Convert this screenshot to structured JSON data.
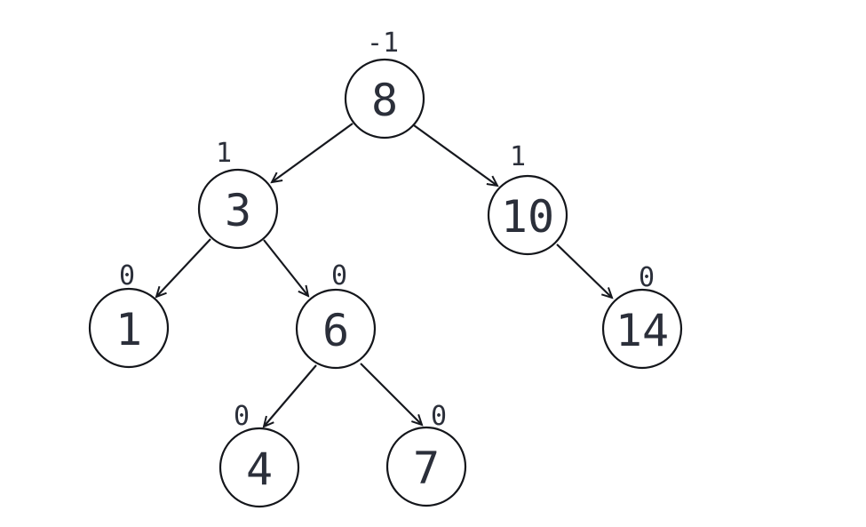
{
  "diagram": {
    "type": "binary-tree-with-balance-factors",
    "background_color": "#ffffff",
    "stroke_color": "#14161b",
    "text_color": "#2b2f3a",
    "nodes": [
      {
        "value": "8",
        "balance_factor": "-1"
      },
      {
        "value": "3",
        "balance_factor": "1"
      },
      {
        "value": "10",
        "balance_factor": "1"
      },
      {
        "value": "1",
        "balance_factor": "0"
      },
      {
        "value": "6",
        "balance_factor": "0"
      },
      {
        "value": "14",
        "balance_factor": "0"
      },
      {
        "value": "4",
        "balance_factor": "0"
      },
      {
        "value": "7",
        "balance_factor": "0"
      }
    ],
    "edges": [
      {
        "from": "8",
        "to": "3"
      },
      {
        "from": "8",
        "to": "10"
      },
      {
        "from": "3",
        "to": "1"
      },
      {
        "from": "3",
        "to": "6"
      },
      {
        "from": "10",
        "to": "14"
      },
      {
        "from": "6",
        "to": "4"
      },
      {
        "from": "6",
        "to": "7"
      }
    ]
  }
}
